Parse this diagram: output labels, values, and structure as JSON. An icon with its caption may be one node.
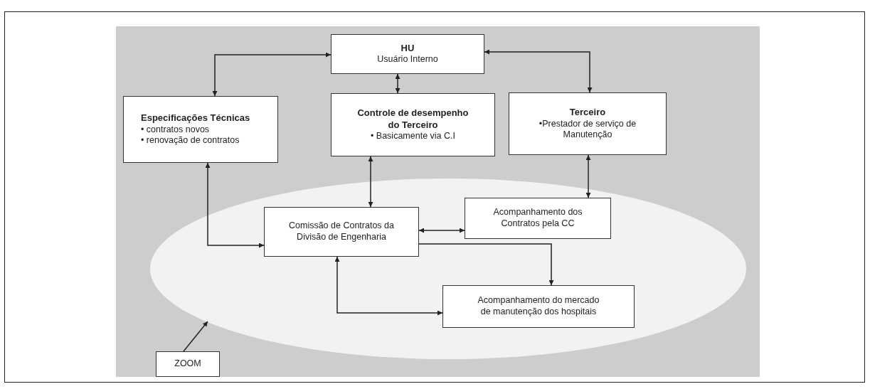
{
  "diagram": {
    "nodes": [
      {
        "text": [
          "HU",
          "Usuário Interno"
        ]
      },
      {
        "text": [
          "Especificações Técnicas",
          "• contratos novos",
          "• renovação de contratos"
        ]
      },
      {
        "text": [
          "Controle de desempenho do Terceiro",
          "• Basicamente via C.I"
        ]
      },
      {
        "text": [
          "Terceiro",
          "•Prestador de serviço de Manutenção"
        ]
      },
      {
        "text": [],
        "shape": "ellipse"
      },
      {
        "text": [
          "Comissão de Contratos da Divisão de Engenharia"
        ],
        "in": 4
      },
      {
        "text": [
          "Acompanhamento dos Contratos pela CC"
        ],
        "in": 4
      },
      {
        "text": [
          "Acompanhamento do mercado de manutenção dos hospitais"
        ],
        "in": 4
      },
      {
        "text": [
          "ZOOM"
        ]
      }
    ],
    "edges": [
      {
        "from": 0,
        "to": 1,
        "arrow": "both"
      },
      {
        "from": 0,
        "to": 2,
        "arrow": "both"
      },
      {
        "from": 0,
        "to": 3,
        "arrow": "both"
      },
      {
        "from": 1,
        "to": 5,
        "arrow": "both"
      },
      {
        "from": 2,
        "to": 5,
        "arrow": "both"
      },
      {
        "from": 3,
        "to": 6,
        "arrow": "both"
      },
      {
        "from": 5,
        "to": 6,
        "arrow": "both"
      },
      {
        "from": 5,
        "to": 7,
        "arrow": "to"
      },
      {
        "from": 5,
        "to": 7,
        "arrow": "both"
      },
      {
        "from": 8,
        "to": 4,
        "arrow": "to"
      }
    ]
  }
}
